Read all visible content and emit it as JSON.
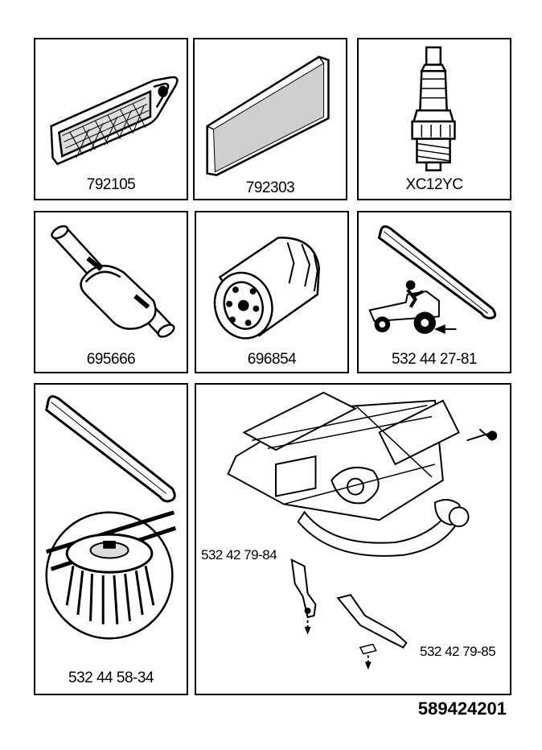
{
  "parts": {
    "air_filter": "792105",
    "pre_filter": "792303",
    "spark_plug": "XC12YC",
    "fuel_filter": "695666",
    "oil_filter": "696854",
    "drive_belt": "532 44 27-81",
    "deck_belt": "532 44 58-34",
    "blade_left": "532 42 79-84",
    "blade_right": "532 42 79-85"
  },
  "document_number": "589424201"
}
